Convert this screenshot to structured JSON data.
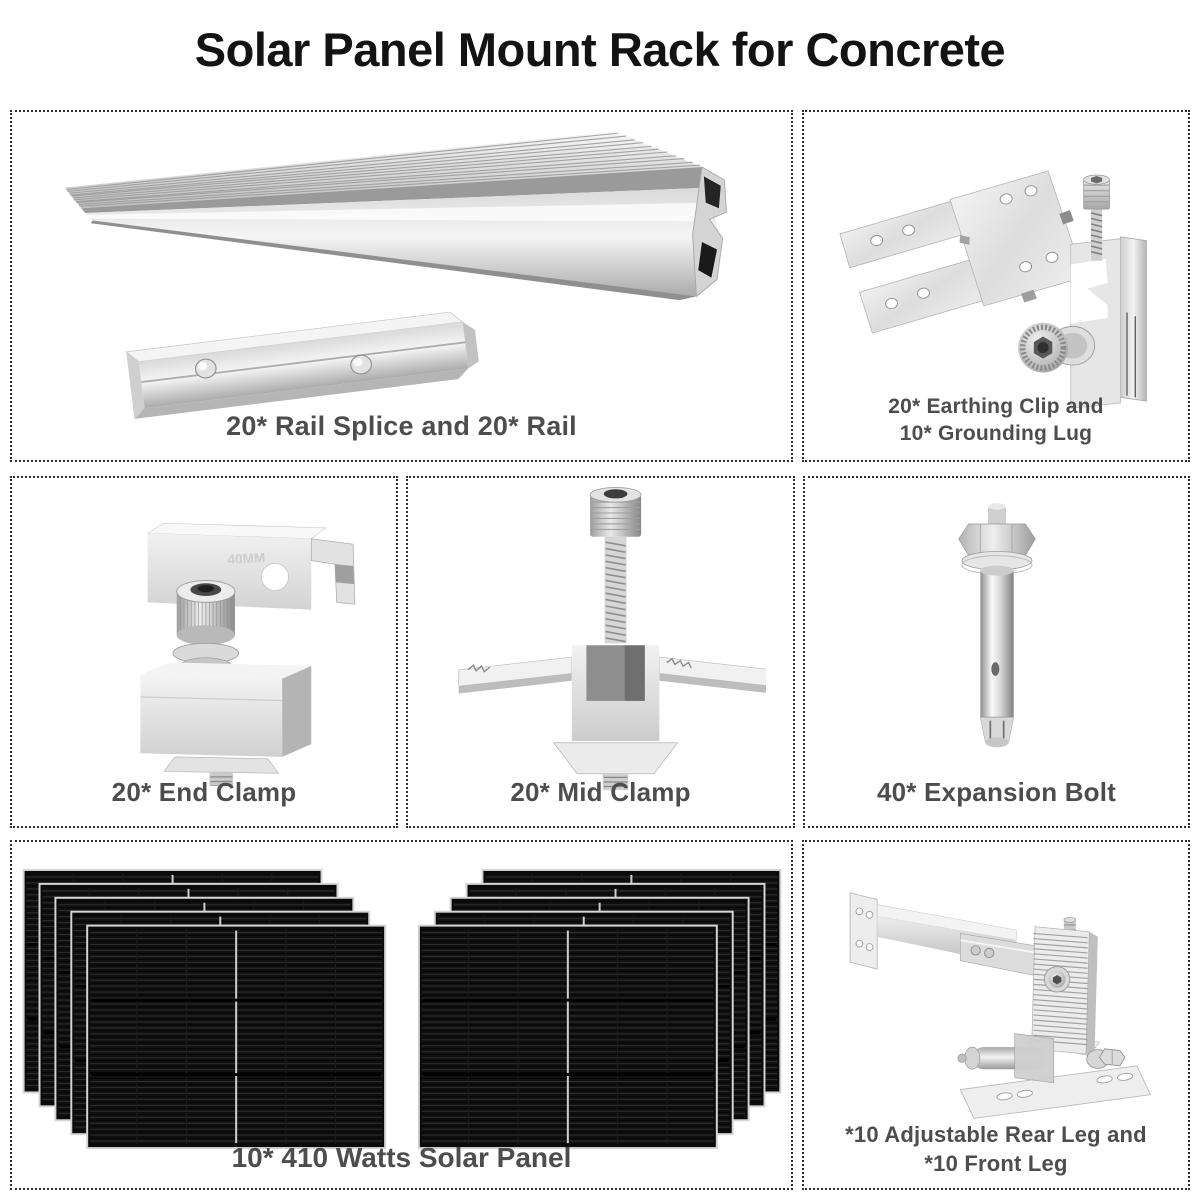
{
  "title": "Solar Panel Mount Rack for Concrete",
  "colors": {
    "background": "#ffffff",
    "title_text": "#131313",
    "caption_text": "#4d4d4d",
    "panel_border": "#2e2e2e",
    "metal_light": "#f2f2f2",
    "metal_dark": "#9a9a9a",
    "solar_black": "#0d0d0d"
  },
  "panels": {
    "rail": {
      "caption": "20* Rail Splice and 20* Rail"
    },
    "earthing": {
      "caption_line1": "20* Earthing Clip and",
      "caption_line2": "10* Grounding Lug"
    },
    "end_clamp": {
      "caption": "20* End Clamp",
      "watermark": "40MM"
    },
    "mid_clamp": {
      "caption": "20* Mid Clamp"
    },
    "expansion_bolt": {
      "caption": "40* Expansion Bolt"
    },
    "solar_panel": {
      "caption": "10* 410 Watts Solar Panel"
    },
    "legs": {
      "caption_line1": "*10 Adjustable Rear Leg and",
      "caption_line2": "*10 Front Leg"
    }
  }
}
